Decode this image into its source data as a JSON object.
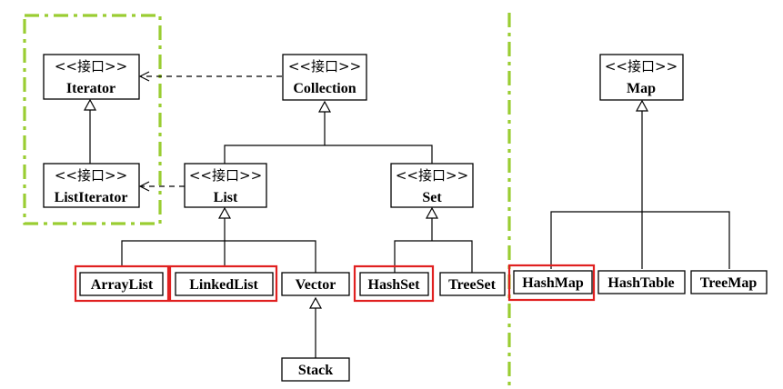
{
  "stereotype": "<<接口>>",
  "nodes": {
    "iterator": {
      "name": "Iterator"
    },
    "collection": {
      "name": "Collection"
    },
    "map": {
      "name": "Map"
    },
    "listiterator": {
      "name": "ListIterator"
    },
    "list": {
      "name": "List"
    },
    "set": {
      "name": "Set"
    },
    "arraylist": {
      "name": "ArrayList"
    },
    "linkedlist": {
      "name": "LinkedList"
    },
    "vector": {
      "name": "Vector"
    },
    "hashset": {
      "name": "HashSet"
    },
    "treeset": {
      "name": "TreeSet"
    },
    "hashmap": {
      "name": "HashMap"
    },
    "hashtable": {
      "name": "HashTable"
    },
    "treemap": {
      "name": "TreeMap"
    },
    "stack": {
      "name": "Stack"
    }
  },
  "colors": {
    "highlight": "#e02020",
    "region": "#9acd32",
    "line": "#000000"
  }
}
